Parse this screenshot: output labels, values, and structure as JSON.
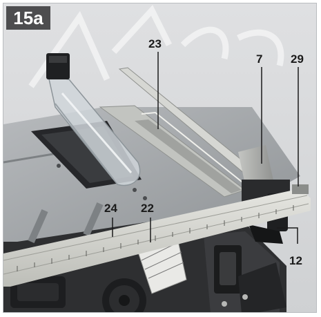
{
  "figure": {
    "label": "15a",
    "callouts": [
      "23",
      "7",
      "29",
      "24",
      "22",
      "12"
    ],
    "colors": {
      "badge": "#4d4d4f",
      "table_top": "#a9acaf",
      "rail": "#c8c9c4",
      "base": "#2e2f31",
      "callout_text": "#1a1a1a"
    }
  }
}
